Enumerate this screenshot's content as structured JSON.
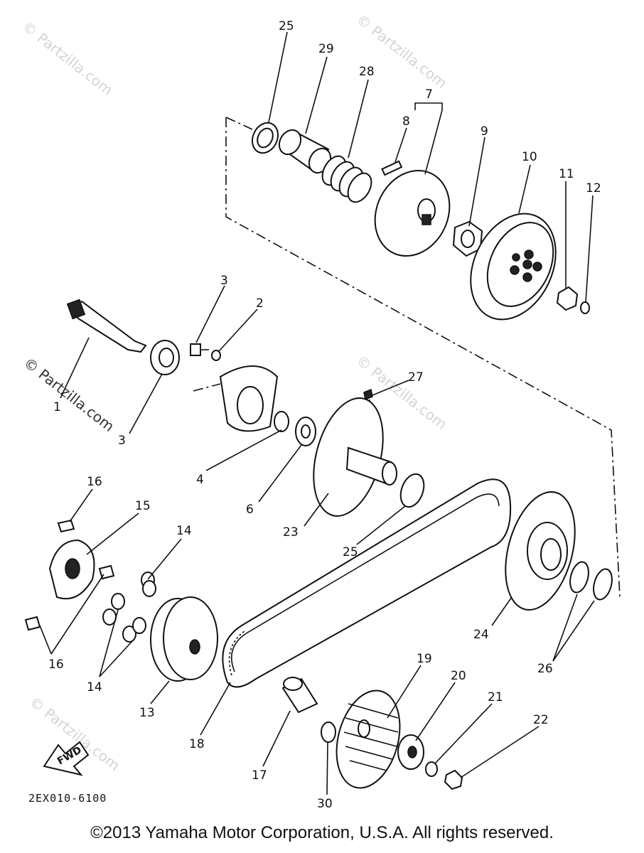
{
  "callouts": [
    "25",
    "29",
    "28",
    "7",
    "8",
    "9",
    "10",
    "11",
    "12",
    "3",
    "2",
    "1",
    "3",
    "27",
    "4",
    "6",
    "23",
    "25",
    "16",
    "15",
    "16",
    "14",
    "14",
    "13",
    "18",
    "24",
    "26",
    "19",
    "20",
    "21",
    "22",
    "17",
    "30"
  ],
  "diagram_code": "2EX010-6100",
  "fwd_label": "FWD",
  "watermark": "© Partzilla.com",
  "copyright": "©2013 Yamaha Motor Corporation, U.S.A. All rights reserved."
}
